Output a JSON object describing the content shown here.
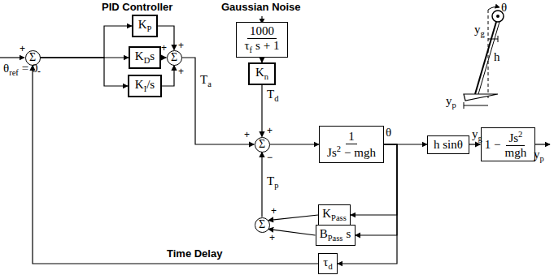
{
  "diagram": {
    "nodes": [
      {
        "text": [
          "Σ"
        ]
      },
      {
        "text": [
          "K",
          "P"
        ]
      },
      {
        "text": [
          "K",
          "D",
          "s"
        ]
      },
      {
        "text": [
          "K",
          "I",
          "/s"
        ]
      },
      {
        "text": [
          "Σ"
        ]
      },
      {
        "text": [
          "1000",
          "τ",
          "f",
          "s + 1"
        ]
      },
      {
        "text": [
          "K",
          "n"
        ]
      },
      {
        "text": [
          "Σ"
        ]
      },
      {
        "text": [
          "1",
          "Js",
          "2",
          "− mgh"
        ]
      },
      {
        "text": [
          "h sinθ"
        ]
      },
      {
        "text": [
          "1 −",
          "Js",
          "2",
          "mgh"
        ]
      },
      {
        "text": [
          "Σ"
        ]
      },
      {
        "text": [
          "K",
          "Pass"
        ]
      },
      {
        "text": [
          "B",
          "Pass",
          "s"
        ]
      },
      {
        "text": [
          "τ",
          "d"
        ]
      }
    ],
    "edges": [
      {
        "from": 0,
        "to": 1,
        "arrow": "to"
      },
      {
        "from": 0,
        "to": 2,
        "arrow": "to"
      },
      {
        "from": 0,
        "to": 3,
        "arrow": "to"
      },
      {
        "from": 1,
        "to": 4,
        "arrow": "to"
      },
      {
        "from": 2,
        "to": 4,
        "arrow": "to"
      },
      {
        "from": 3,
        "to": 4,
        "arrow": "to"
      },
      {
        "from": 4,
        "to": 7,
        "arrow": "to"
      },
      {
        "from": 5,
        "to": 6,
        "arrow": "to"
      },
      {
        "from": 6,
        "to": 7,
        "arrow": "to"
      },
      {
        "from": 7,
        "to": 8,
        "arrow": "to"
      },
      {
        "from": 8,
        "to": 9,
        "arrow": "to"
      },
      {
        "from": 9,
        "to": 10,
        "arrow": "to"
      },
      {
        "from": 8,
        "to": 12,
        "arrow": "to"
      },
      {
        "from": 8,
        "to": 13,
        "arrow": "to"
      },
      {
        "from": 12,
        "to": 11,
        "arrow": "to"
      },
      {
        "from": 13,
        "to": 11,
        "arrow": "to"
      },
      {
        "from": 11,
        "to": 7,
        "arrow": "to"
      },
      {
        "from": 8,
        "to": 14,
        "arrow": "to"
      },
      {
        "from": 14,
        "to": 0,
        "arrow": "to"
      }
    ],
    "labels": [
      "PID Controller",
      "Gaussian Noise",
      "Time Delay",
      "θ",
      "ref",
      "= 0",
      "T",
      "a",
      "T",
      "d",
      "T",
      "p",
      "θ",
      "y",
      "g",
      "y",
      "p",
      "+",
      "-",
      "+",
      "+",
      "+",
      "+",
      "+",
      "−",
      "+",
      "+",
      "θ",
      "y",
      "g",
      "h",
      "y",
      "p"
    ]
  }
}
